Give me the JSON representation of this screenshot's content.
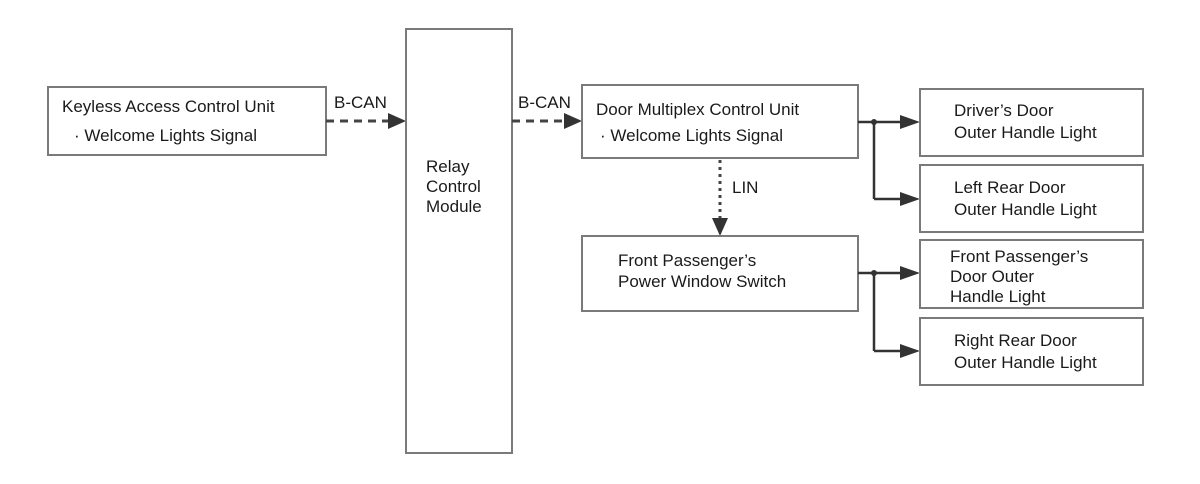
{
  "diagram": {
    "keyless_unit": {
      "title": "Keyless Access Control Unit",
      "signal": "· Welcome Lights Signal"
    },
    "relay_module": {
      "line1": "Relay",
      "line2": "Control",
      "line3": "Module"
    },
    "door_multiplex": {
      "title": "Door Multiplex Control Unit",
      "signal": "· Welcome Lights Signal"
    },
    "passenger_switch": {
      "line1": "Front Passenger’s",
      "line2": "Power Window Switch"
    },
    "driver_light": {
      "line1": "Driver’s Door",
      "line2": "Outer Handle Light"
    },
    "left_rear_light": {
      "line1": "Left Rear Door",
      "line2": "Outer Handle Light"
    },
    "front_passenger_light": {
      "line1": "Front Passenger’s",
      "line2": "Door Outer",
      "line3": "Handle Light"
    },
    "right_rear_light": {
      "line1": "Right Rear Door",
      "line2": "Outer Handle Light"
    },
    "connections": {
      "bcan_left": "B-CAN",
      "bcan_right": "B-CAN",
      "lin": "LIN"
    }
  }
}
